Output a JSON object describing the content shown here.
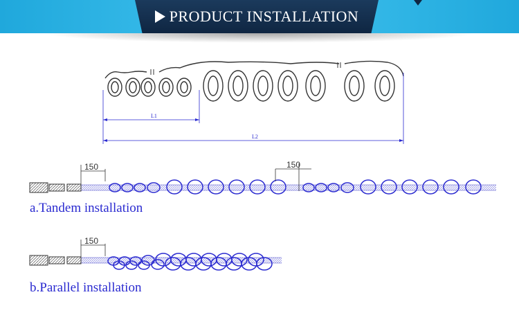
{
  "header": {
    "title": "PRODUCT INSTALLATION"
  },
  "dimensions": {
    "l1": "L1",
    "l2": "L2",
    "offset_a": "150",
    "offset_b": "150",
    "offset_c": "150"
  },
  "captions": {
    "tandem": "a.Tandem installation",
    "parallel": "b.Parallel installation"
  },
  "colors": {
    "banner": "#29b3e6",
    "banner_center": "#142f50",
    "line": "#2a2ad0",
    "stroke": "#333333"
  }
}
